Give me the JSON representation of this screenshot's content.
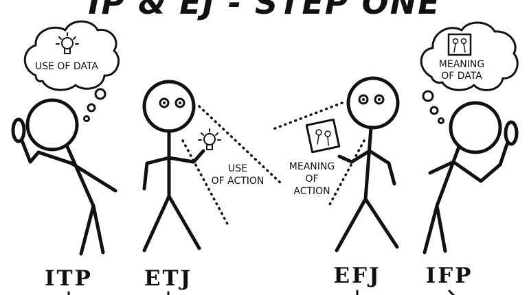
{
  "title": "IP & EJ - STEP ONE",
  "figures": [
    {
      "type": "ITP",
      "thought": "USE OF DATA"
    },
    {
      "type": "ETJ",
      "action": "USE\nOF ACTION"
    },
    {
      "type": "EFJ",
      "action": "MEANING\nOF\nACTION"
    },
    {
      "type": "IFP",
      "thought": "MEANING\nOF DATA"
    }
  ],
  "icons": [
    "lightbulb-icon",
    "picture-frame-icon",
    "magnifying-glass-icon"
  ],
  "colors": {
    "ink": "#111111",
    "background": "#ffffff"
  }
}
